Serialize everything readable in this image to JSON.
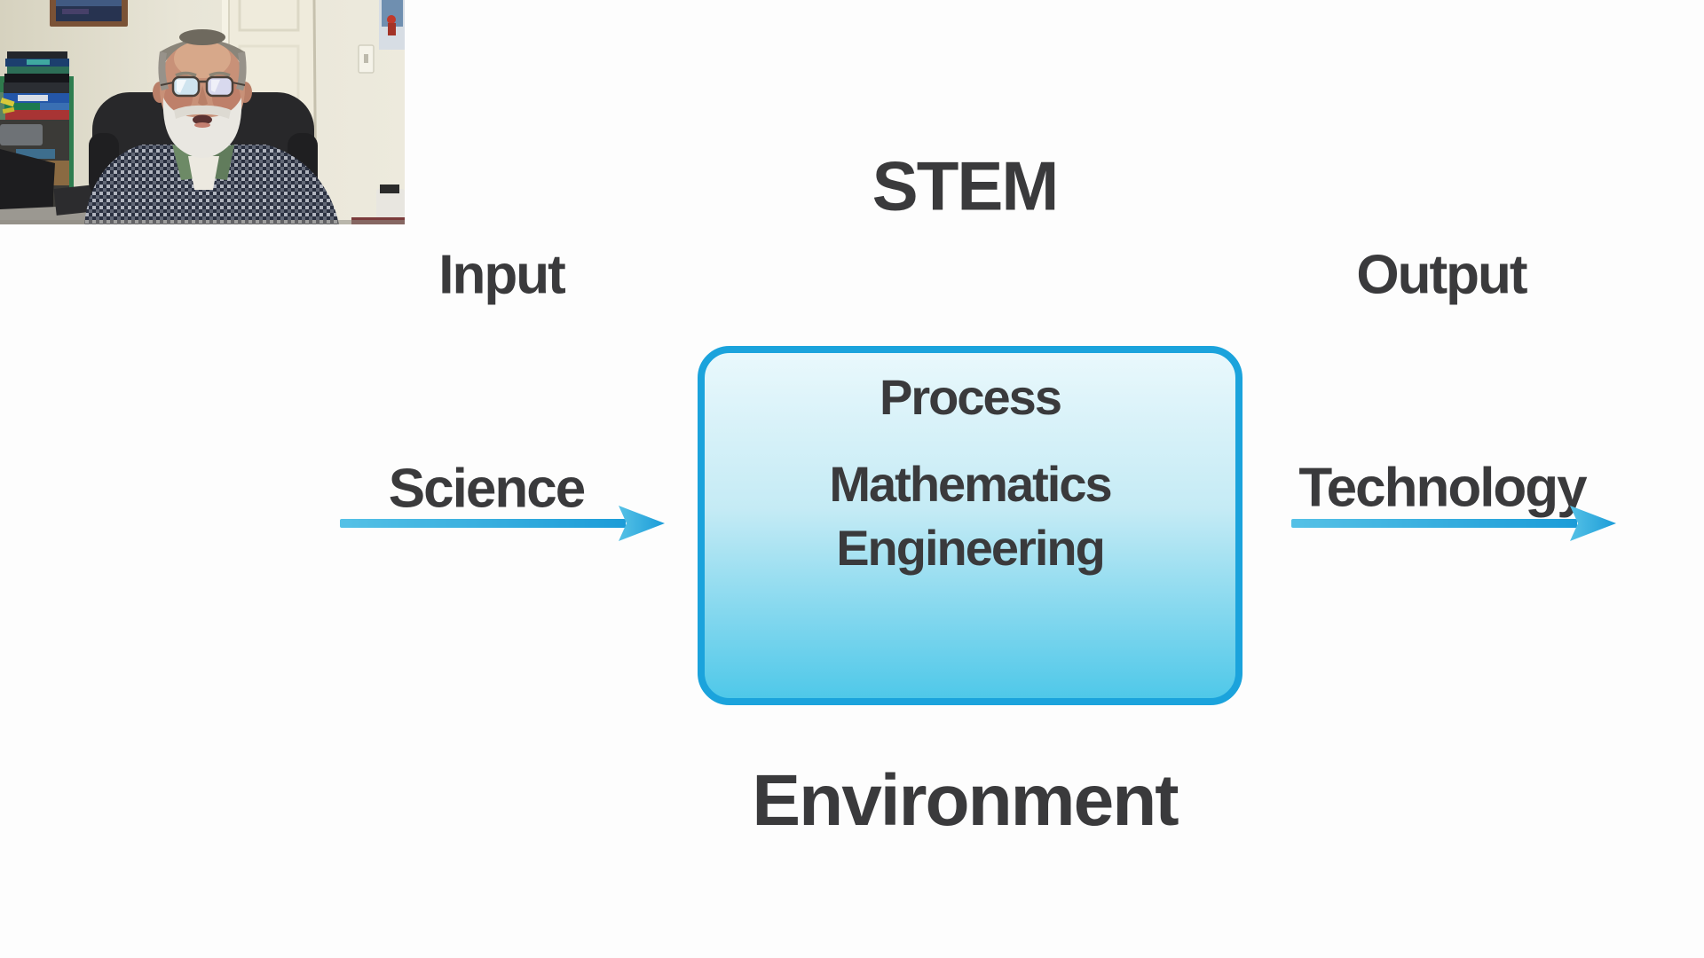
{
  "slide": {
    "title": "STEM",
    "input_label": "Input",
    "output_label": "Output",
    "environment_label": "Environment",
    "input_arrow": {
      "label": "Science"
    },
    "output_arrow": {
      "label": "Technology"
    },
    "process_box": {
      "title": "Process",
      "items": [
        "Mathematics",
        "Engineering"
      ]
    },
    "colors": {
      "ink": "#3A3A3C",
      "bg": "#FDFDFD",
      "box_border": "#1BA3DC",
      "box_fill_top": "#E9F8FC",
      "box_fill_bottom": "#4FC8E9",
      "arrow_start": "#55C1E6",
      "arrow_end": "#1B9CD8"
    }
  }
}
